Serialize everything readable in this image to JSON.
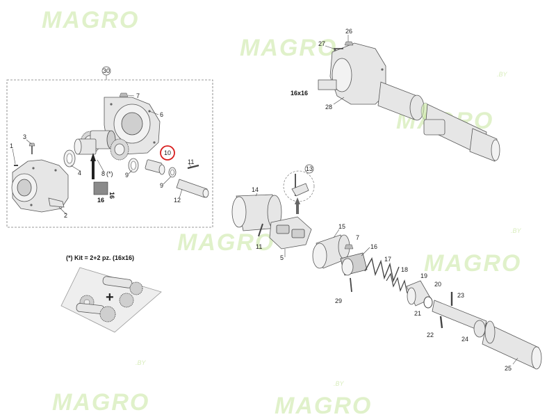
{
  "colors": {
    "watermark": "#c8e6a0",
    "highlight": "#d81e1e",
    "line": "#444444",
    "part": "#e6e6e6"
  },
  "watermark": {
    "brand": "MAGRO",
    "suffix": ".BY"
  },
  "callouts": {
    "p1": "1",
    "p2": "2",
    "p3": "3",
    "p4": "4",
    "p5": "5",
    "p6": "6",
    "p7": "7",
    "p8": "8",
    "p8_note": "(*)",
    "p9a": "9",
    "p9b": "9",
    "p10": "10",
    "p11a": "11",
    "p11b": "11",
    "p12": "12",
    "p13": "13",
    "p14": "14",
    "p15": "15",
    "p16": "16",
    "p17": "17",
    "p18": "18",
    "p19": "19",
    "p20": "20",
    "p21": "21",
    "p22": "22",
    "p23": "23",
    "p24": "24",
    "p25": "25",
    "p26": "26",
    "p27": "27",
    "p28": "28",
    "p29": "29",
    "p30": "30"
  },
  "labels": {
    "size_top": "16x16",
    "box16_a": "16",
    "box16_b": "16",
    "kit_title": "(*) Kit = 2+2 pz. (16x16)",
    "kit_plus": "+"
  }
}
